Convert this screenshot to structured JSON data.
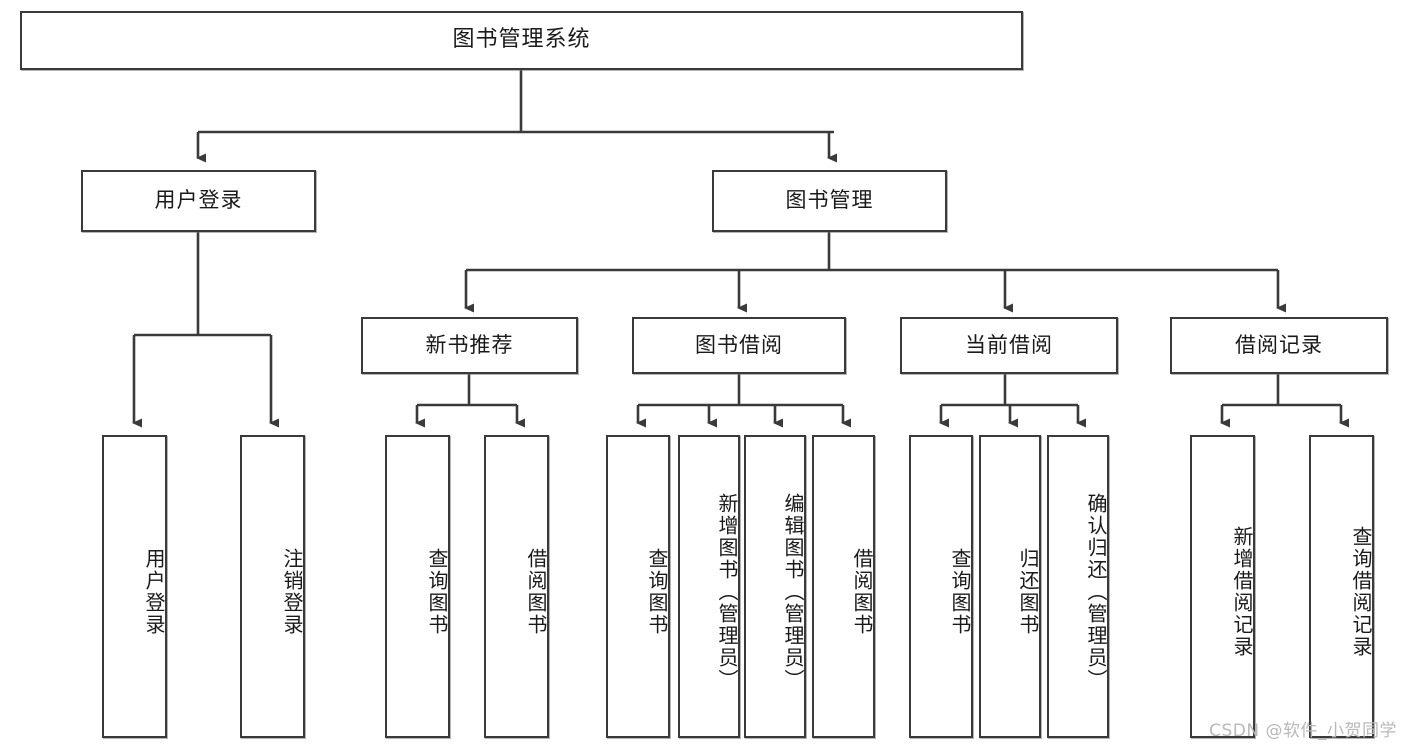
{
  "diagram": {
    "title": "图书管理系统",
    "watermark": "CSDN @软件_小贺同学",
    "root": {
      "label": "图书管理系统"
    },
    "level2": [
      {
        "label": "用户登录"
      },
      {
        "label": "图书管理"
      }
    ],
    "level3": [
      {
        "label": "新书推荐"
      },
      {
        "label": "图书借阅"
      },
      {
        "label": "当前借阅"
      },
      {
        "label": "借阅记录"
      }
    ],
    "leaves": {
      "user_login": [
        {
          "label": "用户登录"
        },
        {
          "label": "注销登录"
        }
      ],
      "new_book_recommend": [
        {
          "label": "查询图书"
        },
        {
          "label": "借阅图书"
        }
      ],
      "book_borrow": [
        {
          "label": "查询图书"
        },
        {
          "label": "新增图书（管理员）"
        },
        {
          "label": "编辑图书（管理员）"
        },
        {
          "label": "借阅图书"
        }
      ],
      "current_borrow": [
        {
          "label": "查询图书"
        },
        {
          "label": "归还图书"
        },
        {
          "label": "确认归还（管理员）"
        }
      ],
      "borrow_record": [
        {
          "label": "新增借阅记录"
        },
        {
          "label": "查询借阅记录"
        }
      ]
    },
    "colors": {
      "stroke": "#3a3a3a",
      "fill": "#ffffff",
      "text": "#1a1a1a",
      "watermark": "#b9b9b9"
    }
  }
}
